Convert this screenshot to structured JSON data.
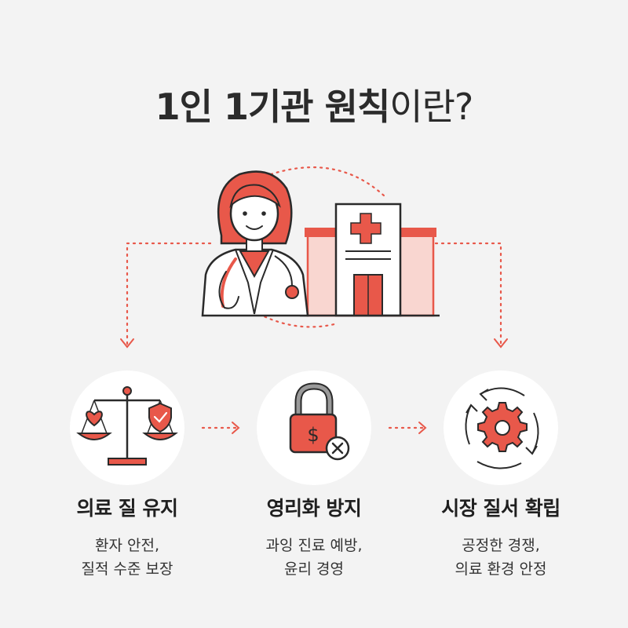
{
  "title": {
    "bold": "1인 1기관 원칙",
    "normal": "이란?"
  },
  "items": [
    {
      "heading": "의료 질 유지",
      "desc": "환자 안전,\n질적 수준 보장",
      "icon": "balance-scale-icon"
    },
    {
      "heading": "영리화 방지",
      "desc": "과잉 진료 예방,\n윤리 경영",
      "icon": "money-lock-icon"
    },
    {
      "heading": "시장 질서 확립",
      "desc": "공정한 경쟁,\n의료 환경 안정",
      "icon": "gear-cycle-icon"
    }
  ],
  "colors": {
    "accent": "#e8584a",
    "accent_light": "#f9d6d0",
    "stroke": "#2a2a2a",
    "background": "#f3f3f3",
    "circle": "#ffffff"
  },
  "symbols": {
    "dollar": "$"
  }
}
